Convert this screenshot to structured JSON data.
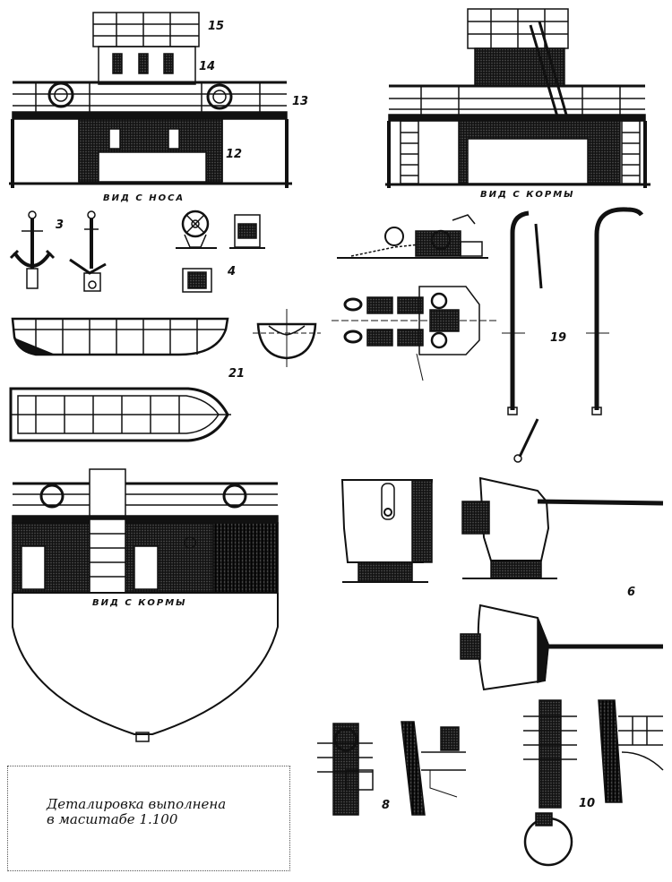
{
  "captions": {
    "bow_view": "ВИД С НОСА",
    "stern_view_top": "ВИД С КОРМЫ",
    "stern_view_bottom": "ВИД С КОРМЫ"
  },
  "part_numbers": {
    "n15": "15",
    "n14": "14",
    "n13": "13",
    "n12": "12",
    "n3": "3",
    "n4": "4",
    "n21": "21",
    "n19": "19",
    "n6": "6",
    "n8": "8",
    "n10": "10"
  },
  "note": {
    "line1": "Деталировка выполнена",
    "line2": "в масштабе 1.100"
  },
  "colors": {
    "ink": "#111111",
    "paper": "#ffffff"
  }
}
